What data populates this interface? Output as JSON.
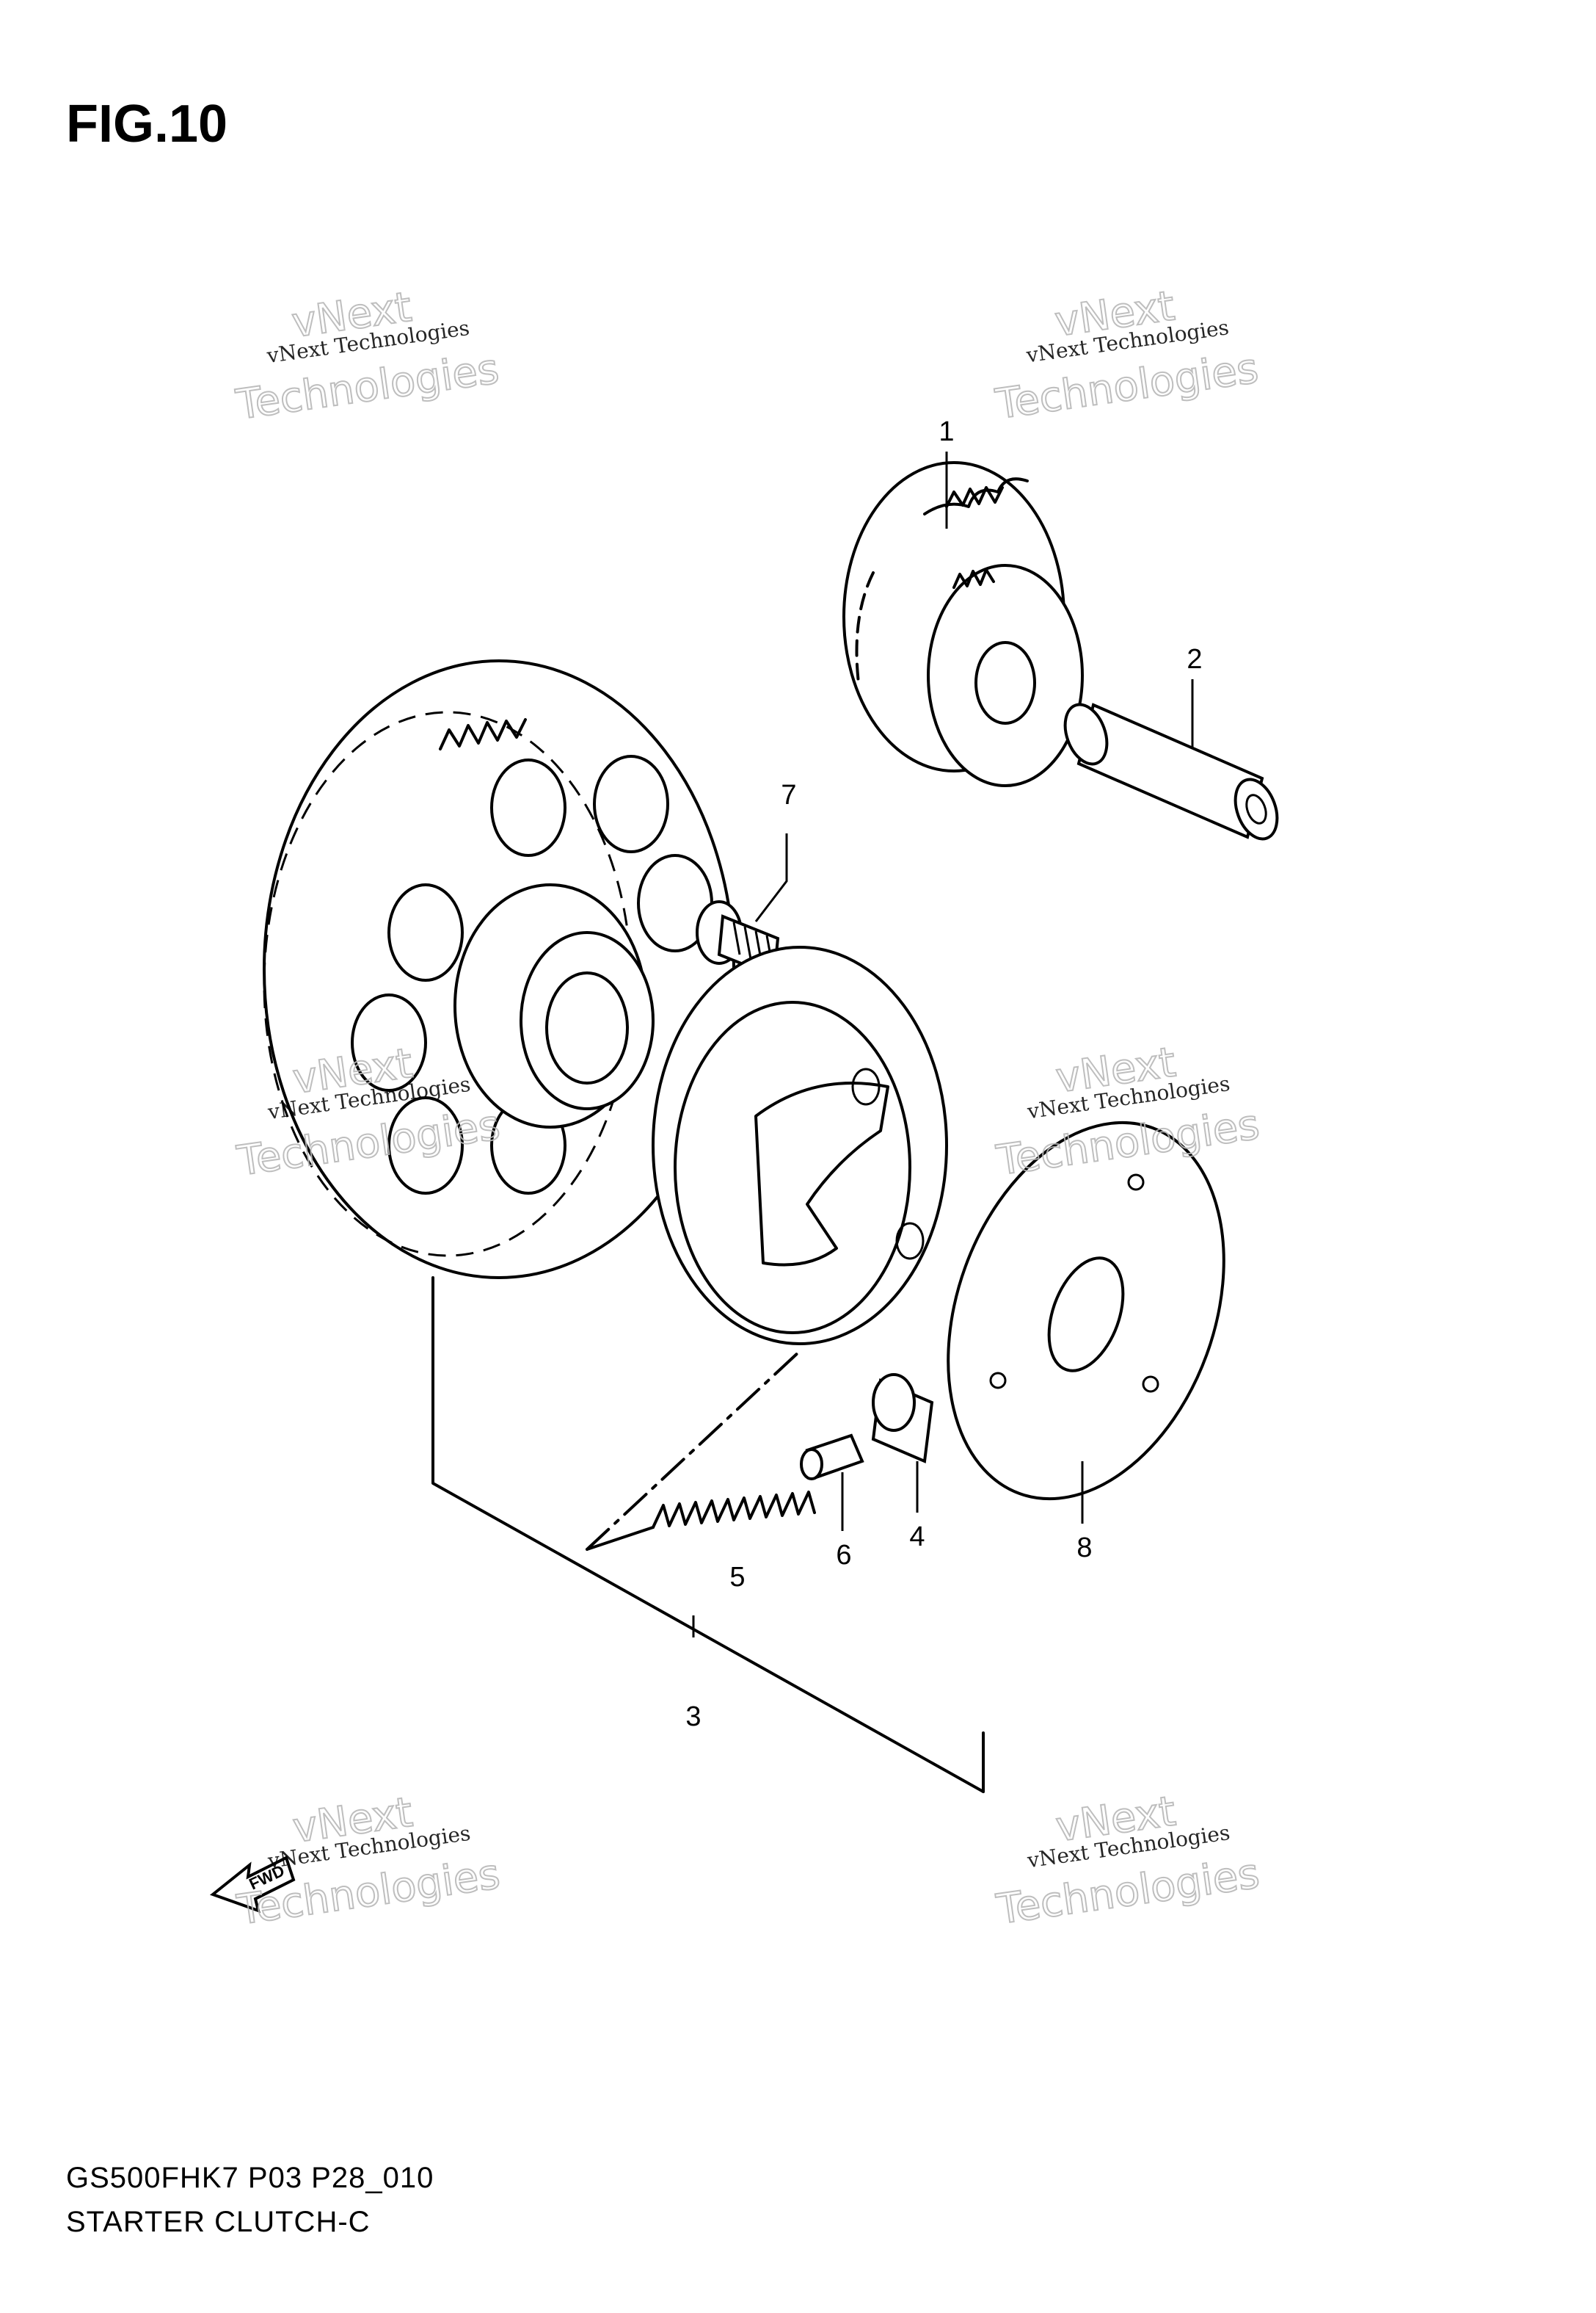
{
  "title": "FIG.10",
  "footer": {
    "line1": "GS500FHK7 P03 P28_010",
    "line2": "STARTER CLUTCH-C"
  },
  "watermark": {
    "line_small": "vNext Technologies",
    "line_big_top": "vNext",
    "line_big_bottom": "Technologies"
  },
  "fwd_label": "FWD",
  "callouts": [
    "1",
    "2",
    "3",
    "4",
    "5",
    "6",
    "7",
    "8"
  ]
}
